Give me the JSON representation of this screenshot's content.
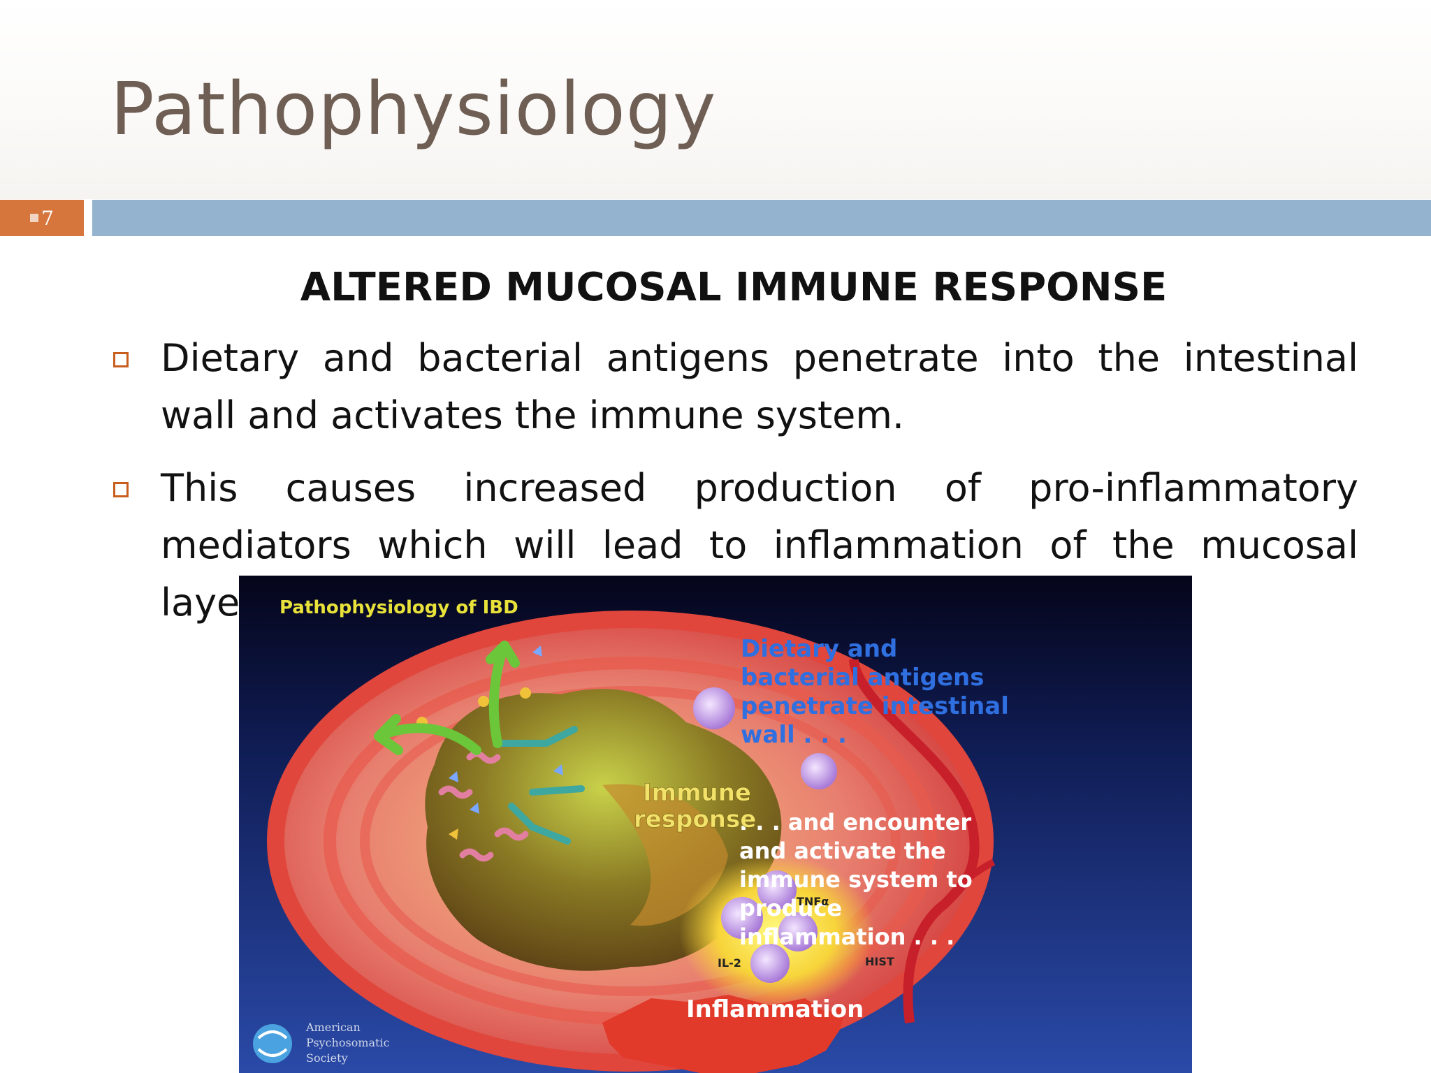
{
  "slide": {
    "title": "Pathophysiology",
    "number": "7",
    "subheading": "ALTERED MUCOSAL IMMUNE RESPONSE",
    "bullets": [
      "Dietary and bacterial antigens penetrate into the intestinal wall and activates the immune system.",
      "This causes increased production of pro-inflammatory mediators which will lead to inflammation of the mucosal layer."
    ]
  },
  "figure": {
    "heading": "Pathophysiology of IBD",
    "caption_top": [
      "Dietary and",
      "bacterial antigens",
      "penetrate intestinal",
      "wall . . ."
    ],
    "caption_bottom": [
      ". . . and encounter",
      "and activate the",
      "immune system to",
      "produce",
      "inflammation . . ."
    ],
    "immune_label": [
      "Immune",
      "response"
    ],
    "inflammation_label": "Inflammation",
    "mediators": {
      "tnf": "TNFα",
      "il2": "IL-2",
      "hist": "HIST"
    },
    "logo_text": [
      "American",
      "Psychosomatic",
      "Society"
    ],
    "colors": {
      "heading": "#e8e23a",
      "caption": "#2f6fe0",
      "caption_bottom": "#ffffff",
      "background": "#1a2a6b"
    }
  }
}
